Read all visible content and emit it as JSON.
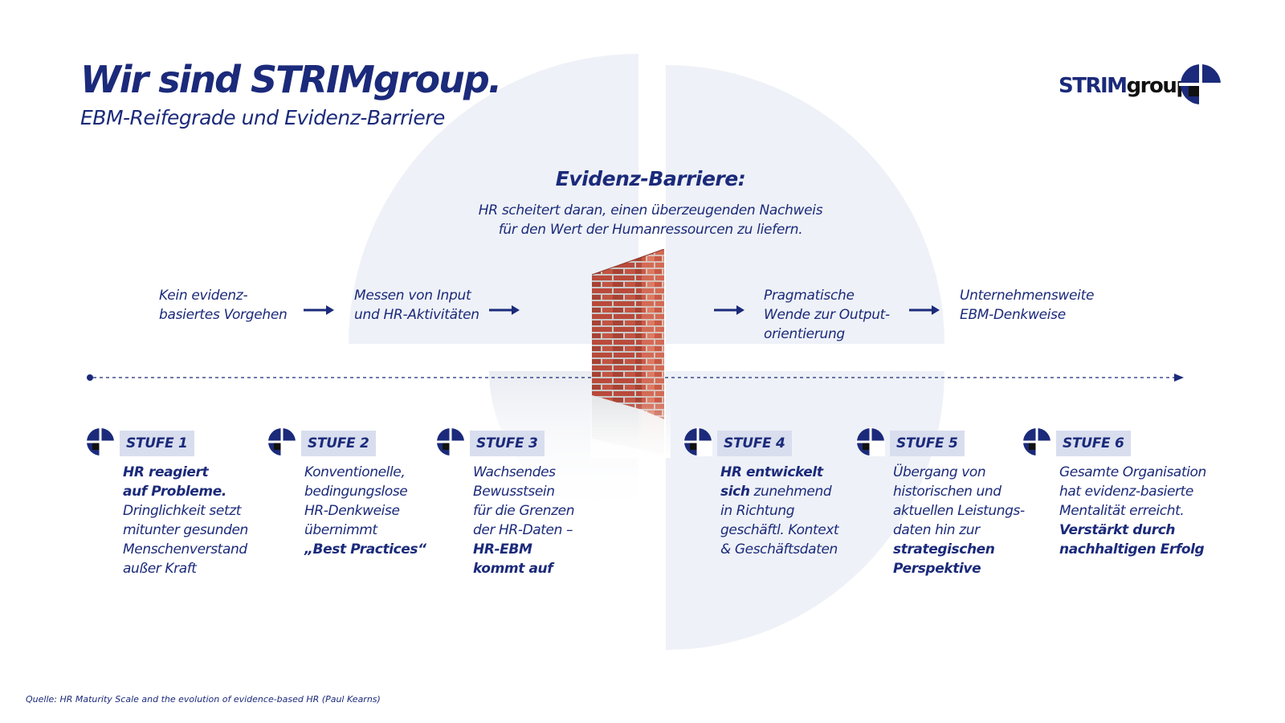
{
  "header": {
    "title": "Wir sind STRIMgroup.",
    "subtitle": "EBM-Reifegrade und Evidenz-Barriere"
  },
  "logo": {
    "text_a": "STRIM",
    "text_b": "group"
  },
  "barrier": {
    "title": "Evidenz-Barriere:",
    "desc_line1": "HR scheitert daran, einen überzeugenden Nachweis",
    "desc_line2": "für den Wert der Humanressourcen zu liefern."
  },
  "phases": [
    {
      "lines": [
        "Kein evidenz-",
        "basiertes Vorgehen"
      ]
    },
    {
      "lines": [
        "Messen von Input",
        "und HR-Aktivitäten"
      ]
    },
    {
      "lines": [
        "Pragmatische",
        "Wende zur Output-",
        "orientierung"
      ]
    },
    {
      "lines": [
        "Unternehmensweite",
        "EBM-Denkweise"
      ]
    }
  ],
  "stages": [
    {
      "label": "STUFE 1",
      "lines": [
        {
          "t": "HR reagiert",
          "b": true
        },
        {
          "t": "auf Probleme.",
          "b": true
        },
        {
          "t": "Dringlichkeit setzt"
        },
        {
          "t": "mitunter gesunden"
        },
        {
          "t": "Menschenverstand"
        },
        {
          "t": "außer Kraft"
        }
      ]
    },
    {
      "label": "STUFE 2",
      "lines": [
        {
          "t": "Konventionelle,"
        },
        {
          "t": "bedingungslose"
        },
        {
          "t": "HR-Denkweise"
        },
        {
          "t": "übernimmt"
        },
        {
          "t": "„Best Practices“",
          "b": true
        }
      ]
    },
    {
      "label": "STUFE 3",
      "lines": [
        {
          "t": "Wachsendes"
        },
        {
          "t": "Bewusstsein"
        },
        {
          "t": "für die Grenzen"
        },
        {
          "t": "der HR-Daten –"
        },
        {
          "t": "HR-EBM",
          "b": true
        },
        {
          "t": "kommt auf",
          "b": true
        }
      ]
    },
    {
      "label": "STUFE 4",
      "lines": [
        {
          "t": "HR entwickelt",
          "b": true
        },
        {
          "t": "sich",
          "b": true,
          "tail": " zunehmend"
        },
        {
          "t": "in Richtung"
        },
        {
          "t": "geschäftl. Kontext"
        },
        {
          "t": "& Geschäftsdaten"
        }
      ]
    },
    {
      "label": "STUFE 5",
      "lines": [
        {
          "t": "Übergang von"
        },
        {
          "t": "historischen und"
        },
        {
          "t": "aktuellen Leistungs-"
        },
        {
          "t": "daten hin zur"
        },
        {
          "t": "strategischen",
          "b": true
        },
        {
          "t": "Perspektive",
          "b": true
        }
      ]
    },
    {
      "label": "STUFE 6",
      "lines": [
        {
          "t": "Gesamte Organisation"
        },
        {
          "t": "hat evidenz-basierte"
        },
        {
          "t": "Mentalität erreicht."
        },
        {
          "t": "Verstärkt durch",
          "b": true
        },
        {
          "t": "nachhaltigen Erfolg",
          "b": true
        }
      ]
    }
  ],
  "source": "Quelle: HR Maturity Scale and the evolution of evidence-based HR (Paul Kearns)",
  "colors": {
    "navy": "#1b2a7a",
    "circle": "#eef1f7",
    "brick": "#b5493a",
    "badge": "#d9deef"
  }
}
